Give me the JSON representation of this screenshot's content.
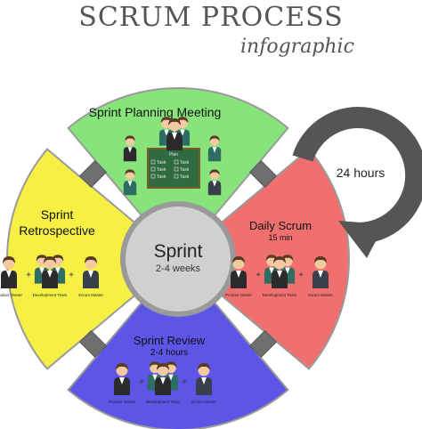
{
  "header": {
    "title": "SCRUM PROCESS",
    "subtitle": "infographic"
  },
  "cycle_label": "24 hours",
  "center": {
    "title": "Sprint",
    "duration": "2-4 weeks"
  },
  "segments": {
    "planning": {
      "title": "Sprint Planning Meeting",
      "color": "#86e47a"
    },
    "scrum": {
      "title": "Daily Scrum",
      "duration": "15 min",
      "color": "#f07070"
    },
    "review": {
      "title": "Sprint Review",
      "duration": "2-4 hours",
      "color": "#5c55e6"
    },
    "retro": {
      "title_line1": "Sprint",
      "title_line2": "Retrospective",
      "color": "#f6f044"
    }
  },
  "roles": {
    "product_owner": "Product Owner",
    "team": "Development Team",
    "scrum_master": "Scrum Master"
  },
  "planning_board": {
    "header": "Plan",
    "items": [
      "Task",
      "Task",
      "Task",
      "Task",
      "Task",
      "Task"
    ]
  },
  "operators": {
    "plus": "+"
  }
}
